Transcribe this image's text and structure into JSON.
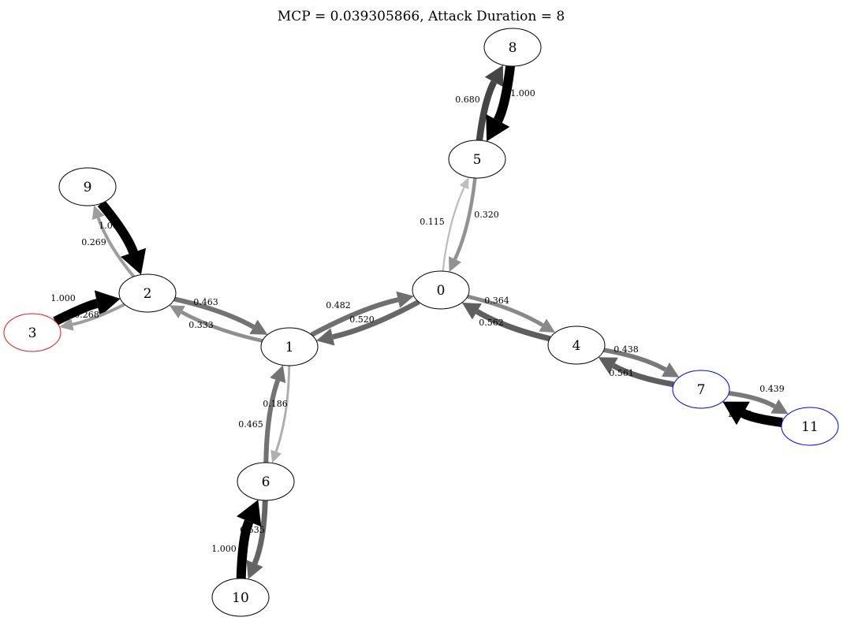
{
  "title": "MCP = 0.039305866, Attack Duration = 8",
  "nodes": [
    {
      "id": "0",
      "label": "0",
      "outline": "#000000"
    },
    {
      "id": "1",
      "label": "1",
      "outline": "#000000"
    },
    {
      "id": "2",
      "label": "2",
      "outline": "#000000"
    },
    {
      "id": "3",
      "label": "3",
      "outline": "#e31a1c"
    },
    {
      "id": "4",
      "label": "4",
      "outline": "#000000"
    },
    {
      "id": "5",
      "label": "5",
      "outline": "#000000"
    },
    {
      "id": "6",
      "label": "6",
      "outline": "#000000"
    },
    {
      "id": "7",
      "label": "7",
      "outline": "#0000ff"
    },
    {
      "id": "8",
      "label": "8",
      "outline": "#000000"
    },
    {
      "id": "9",
      "label": "9",
      "outline": "#000000"
    },
    {
      "id": "10",
      "label": "10",
      "outline": "#000000"
    },
    {
      "id": "11",
      "label": "11",
      "outline": "#0000ff"
    }
  ],
  "edges": [
    {
      "from": "0",
      "to": "5",
      "weight": 0.115,
      "label": "0.115"
    },
    {
      "from": "5",
      "to": "0",
      "weight": 0.32,
      "label": "0.320"
    },
    {
      "from": "5",
      "to": "8",
      "weight": 0.68,
      "label": "0.680"
    },
    {
      "from": "8",
      "to": "5",
      "weight": 1.0,
      "label": "1.000"
    },
    {
      "from": "0",
      "to": "1",
      "weight": 0.52,
      "label": "0.520"
    },
    {
      "from": "1",
      "to": "0",
      "weight": 0.482,
      "label": "0.482"
    },
    {
      "from": "0",
      "to": "4",
      "weight": 0.364,
      "label": "0.364"
    },
    {
      "from": "4",
      "to": "0",
      "weight": 0.562,
      "label": "0.562"
    },
    {
      "from": "4",
      "to": "7",
      "weight": 0.438,
      "label": "0.438"
    },
    {
      "from": "7",
      "to": "4",
      "weight": 0.561,
      "label": "0.561"
    },
    {
      "from": "7",
      "to": "11",
      "weight": 0.439,
      "label": "0.439"
    },
    {
      "from": "11",
      "to": "7",
      "weight": 1.0,
      "label": "1.000"
    },
    {
      "from": "2",
      "to": "1",
      "weight": 0.463,
      "label": "0.463"
    },
    {
      "from": "1",
      "to": "2",
      "weight": 0.333,
      "label": "0.333"
    },
    {
      "from": "1",
      "to": "6",
      "weight": 0.186,
      "label": "0.186"
    },
    {
      "from": "6",
      "to": "1",
      "weight": 0.465,
      "label": "0.465"
    },
    {
      "from": "6",
      "to": "10",
      "weight": 0.535,
      "label": "0.535"
    },
    {
      "from": "10",
      "to": "6",
      "weight": 1.0,
      "label": "1.000"
    },
    {
      "from": "2",
      "to": "9",
      "weight": 0.269,
      "label": "0.269"
    },
    {
      "from": "9",
      "to": "2",
      "weight": 1.0,
      "label": "1.000"
    },
    {
      "from": "3",
      "to": "2",
      "weight": 1.0,
      "label": "1.000"
    },
    {
      "from": "2",
      "to": "3",
      "weight": 0.268,
      "label": "0.268"
    }
  ]
}
